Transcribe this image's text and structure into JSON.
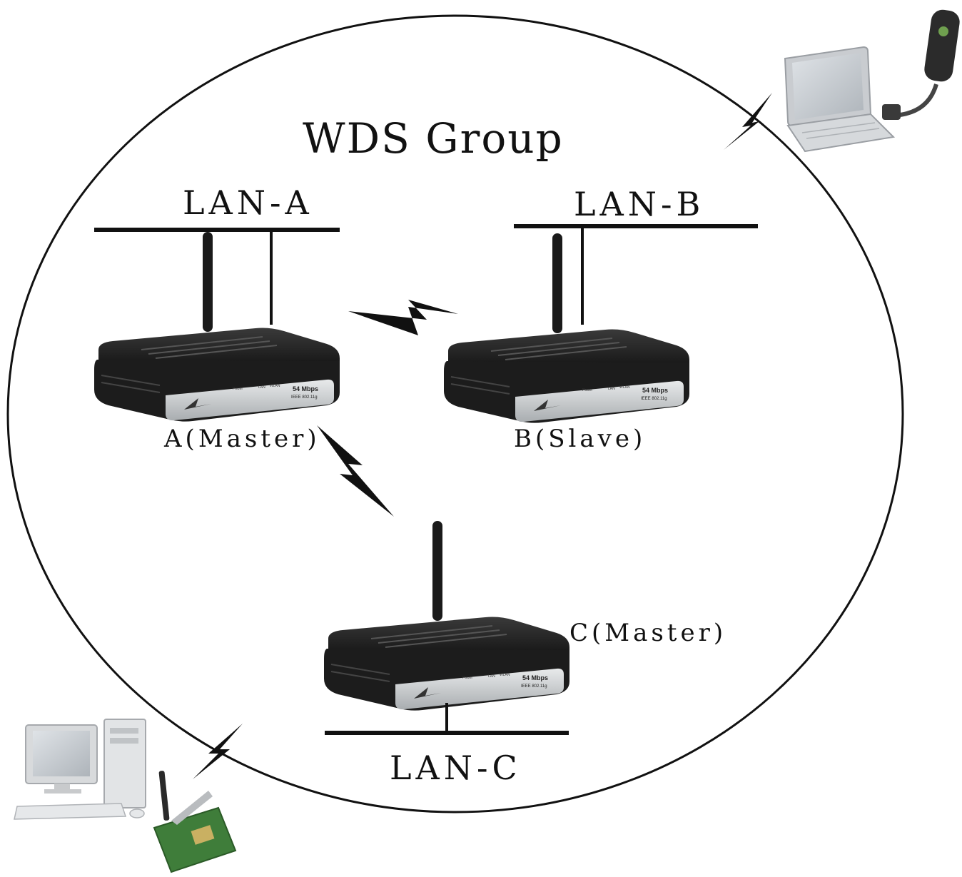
{
  "diagram": {
    "title": "WDS Group",
    "lans": {
      "a": "LAN-A",
      "b": "LAN-B",
      "c": "LAN-C"
    },
    "routers": {
      "a": "A(Master)",
      "b": "B(Slave)",
      "c": "C(Master)"
    },
    "router_panel_text": {
      "rate": "54 Mbps",
      "standard": "IEEE 802.11g",
      "power": "Power",
      "lan": "LAN",
      "wlan": "WLAN"
    },
    "icons": {
      "router": "wireless-router-icon",
      "laptop": "laptop-icon",
      "usb_adapter": "usb-wireless-adapter-icon",
      "desktop": "desktop-computer-icon",
      "pci_card": "pci-wireless-card-icon",
      "wireless_link": "lightning-bolt-icon"
    },
    "colors": {
      "line": "#111111",
      "router_body": "#1c1c1c",
      "router_panel": "#c9ccce",
      "background": "#ffffff"
    }
  }
}
